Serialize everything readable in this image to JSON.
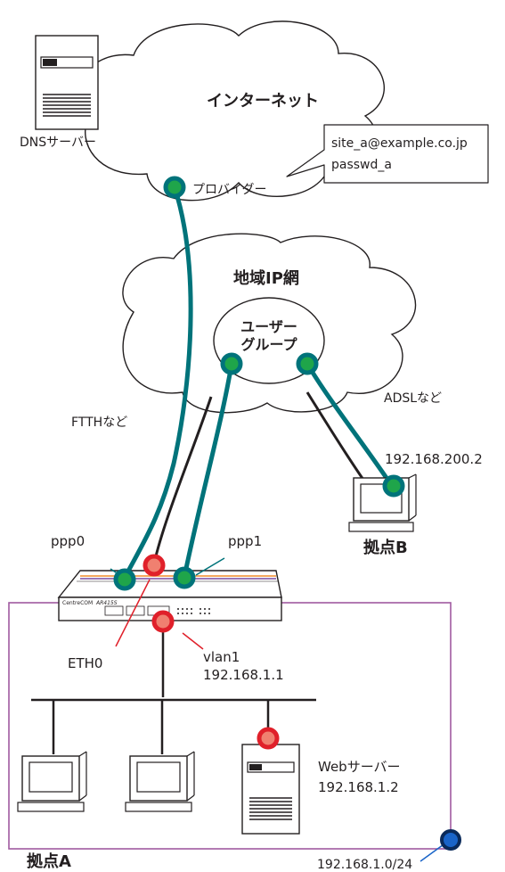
{
  "clouds": {
    "internet": "インターネット",
    "regional_ip_network": "地域IP網",
    "user_group_line1": "ユーザー",
    "user_group_line2": "グループ"
  },
  "labels": {
    "dns_server": "DNSサーバー",
    "provider": "プロバイダー",
    "ftth": "FTTHなど",
    "adsl": "ADSLなど",
    "ppp0": "ppp0",
    "ppp1": "ppp1",
    "eth0": "ETH0",
    "vlan1": "vlan1",
    "vlan1_ip": "192.168.1.1",
    "web_server": "Webサーバー",
    "web_server_ip": "192.168.1.2",
    "site_a": "拠点A",
    "site_b": "拠点B",
    "site_b_ip": "192.168.200.2",
    "lan_subnet": "192.168.1.0/24"
  },
  "callout": {
    "line1": "site_a@example.co.jp",
    "line2": "passwd_a"
  },
  "router": {
    "brand": "CentreCOM",
    "model": "AR415S"
  },
  "colors": {
    "tunnel": "#00737a",
    "endpoint_green": "#1fa54a",
    "endpoint_red": "#f08070",
    "ring_red": "#e0202a",
    "lan_box": "#a05aa0",
    "endpoint_blue": "#1a64c8"
  }
}
